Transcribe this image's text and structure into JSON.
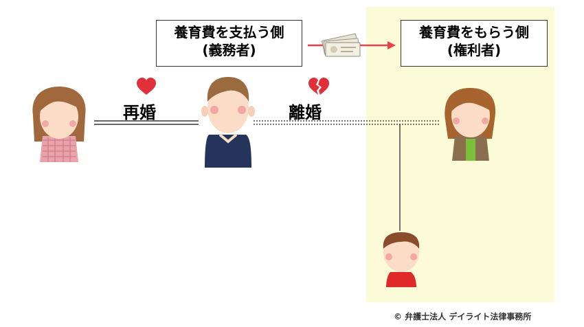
{
  "payer": {
    "title": "養育費を支払う側",
    "subtitle": "(義務者)"
  },
  "payee": {
    "title": "養育費をもらう側",
    "subtitle": "(権利者)"
  },
  "relations": {
    "remarriage": "再婚",
    "divorce": "離婚"
  },
  "copyright": "© 弁護士法人 デイライト法律事務所",
  "colors": {
    "highlight": "#fcfbd7",
    "heart": "#e0303a",
    "arrow": "#e8414c"
  },
  "icons": [
    "heart-icon",
    "broken-heart-icon",
    "money-icon",
    "arrow-right-icon"
  ]
}
